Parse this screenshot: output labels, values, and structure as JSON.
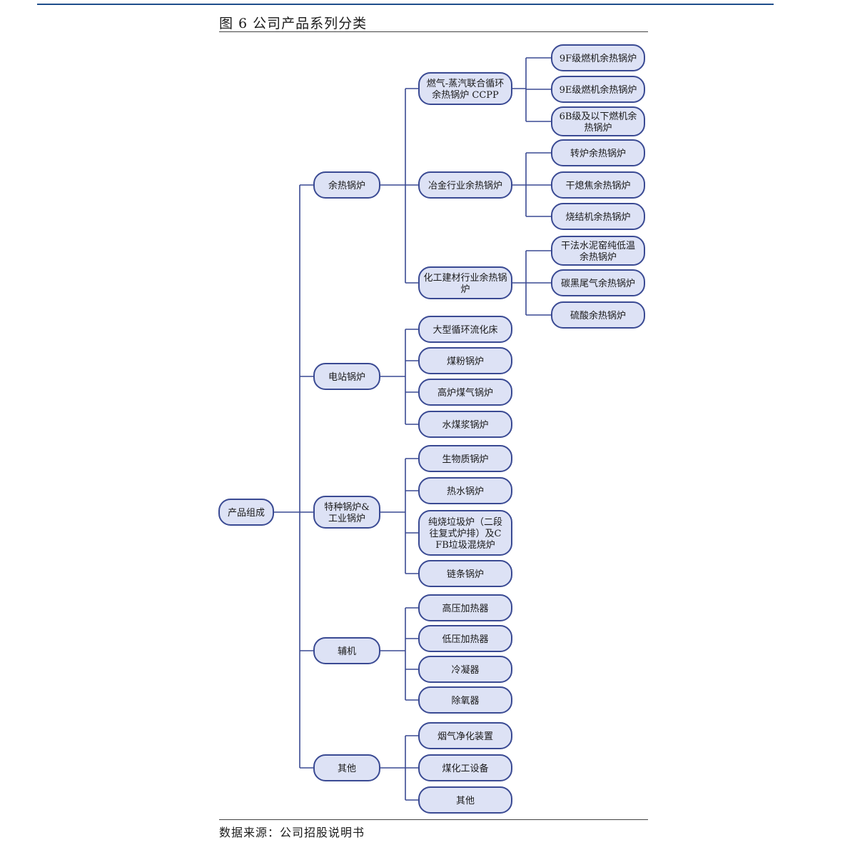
{
  "header": {
    "figure_title": "图 6 公司产品系列分类"
  },
  "footer": {
    "source": "数据来源：公司招股说明书"
  },
  "tree": {
    "root": "产品组成",
    "categories": [
      {
        "label": "余热锅炉",
        "children": [
          {
            "label": "燃气-蒸汽联合循环余热锅炉 CCPP",
            "children": [
              "9F级燃机余热锅炉",
              "9E级燃机余热锅炉",
              "6B级及以下燃机余热锅炉"
            ]
          },
          {
            "label": "冶金行业余热锅炉",
            "children": [
              "转炉余热锅炉",
              "干熄焦余热锅炉",
              "烧结机余热锅炉"
            ]
          },
          {
            "label": "化工建材行业余热锅炉",
            "children": [
              "干法水泥窑纯低温余热锅炉",
              "碳黑尾气余热锅炉",
              "硫酸余热锅炉"
            ]
          }
        ]
      },
      {
        "label": "电站锅炉",
        "children": [
          "大型循环流化床",
          "煤粉锅炉",
          "高炉煤气锅炉",
          "水煤浆锅炉"
        ]
      },
      {
        "label": "特种锅炉&工业锅炉",
        "children": [
          "生物质锅炉",
          "热水锅炉",
          "纯烧垃圾炉（二段往复式炉排）及CFB垃圾混烧炉",
          "链条锅炉"
        ]
      },
      {
        "label": "辅机",
        "children": [
          "高压加热器",
          "低压加热器",
          "冷凝器",
          "除氧器"
        ]
      },
      {
        "label": "其他",
        "children": [
          "烟气净化装置",
          "煤化工设备",
          "其他"
        ]
      }
    ]
  }
}
